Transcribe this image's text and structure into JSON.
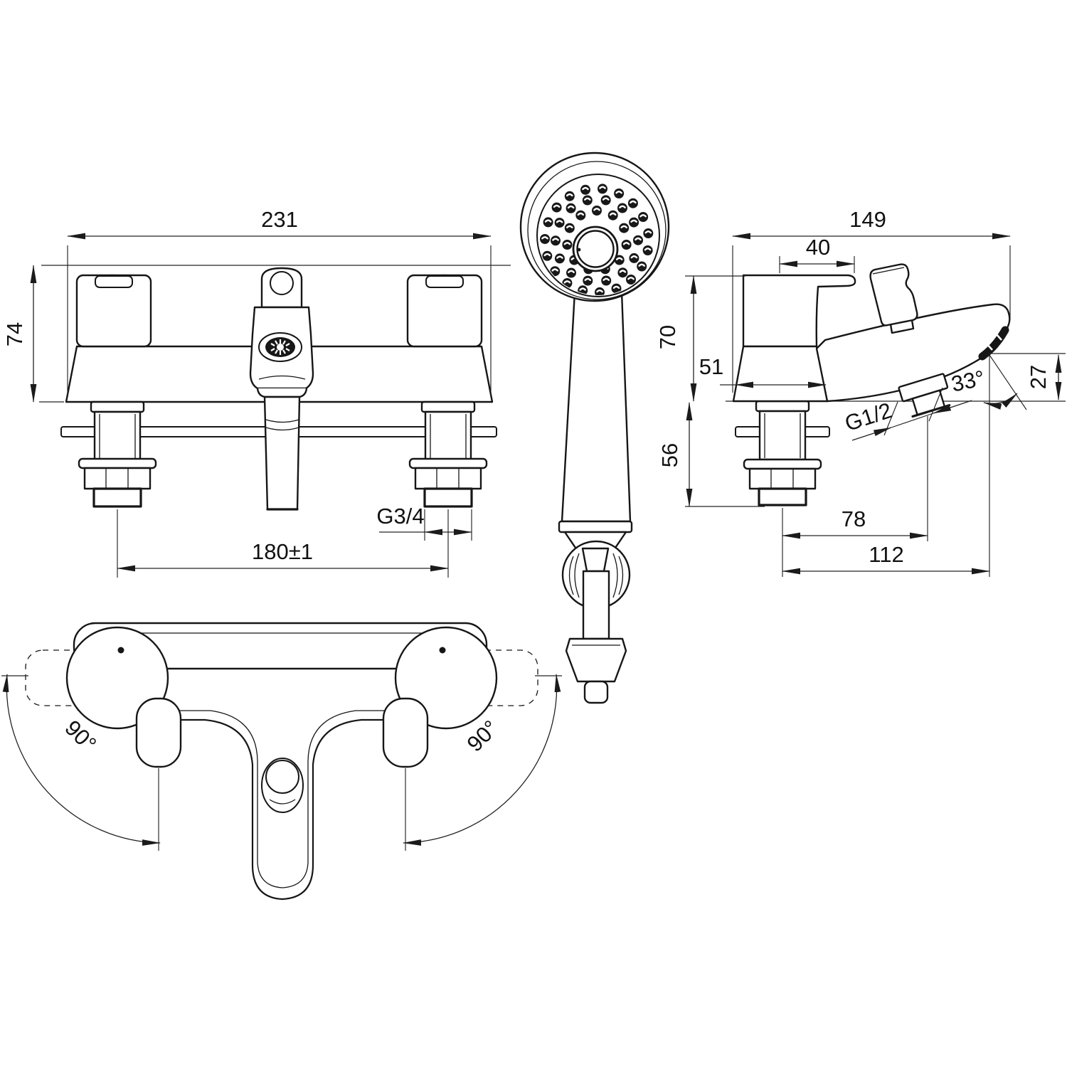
{
  "drawing": {
    "type": "technical-dimension-drawing",
    "product": "bath shower mixer with hand shower",
    "units": "mm"
  },
  "colors": {
    "line": "#161616",
    "background": "#ffffff"
  },
  "dims": {
    "front": {
      "width_mm": "231",
      "height_mm": "74",
      "inlet_thread": "G3/4",
      "inlet_spacing_mm": "180±1"
    },
    "side": {
      "depth_mm": "149",
      "lever_length_mm": "40",
      "body_height_mm": "70",
      "base_width_mm": "51",
      "under_deck_mm": "56",
      "spout_angle": "33°",
      "spout_tip_height_mm": "27",
      "outlet_thread": "G1/2",
      "outlet_offset_mm": "78",
      "spout_reach_mm": "112"
    },
    "plan": {
      "left_handle_swing": "90°",
      "right_handle_swing": "90°"
    }
  }
}
